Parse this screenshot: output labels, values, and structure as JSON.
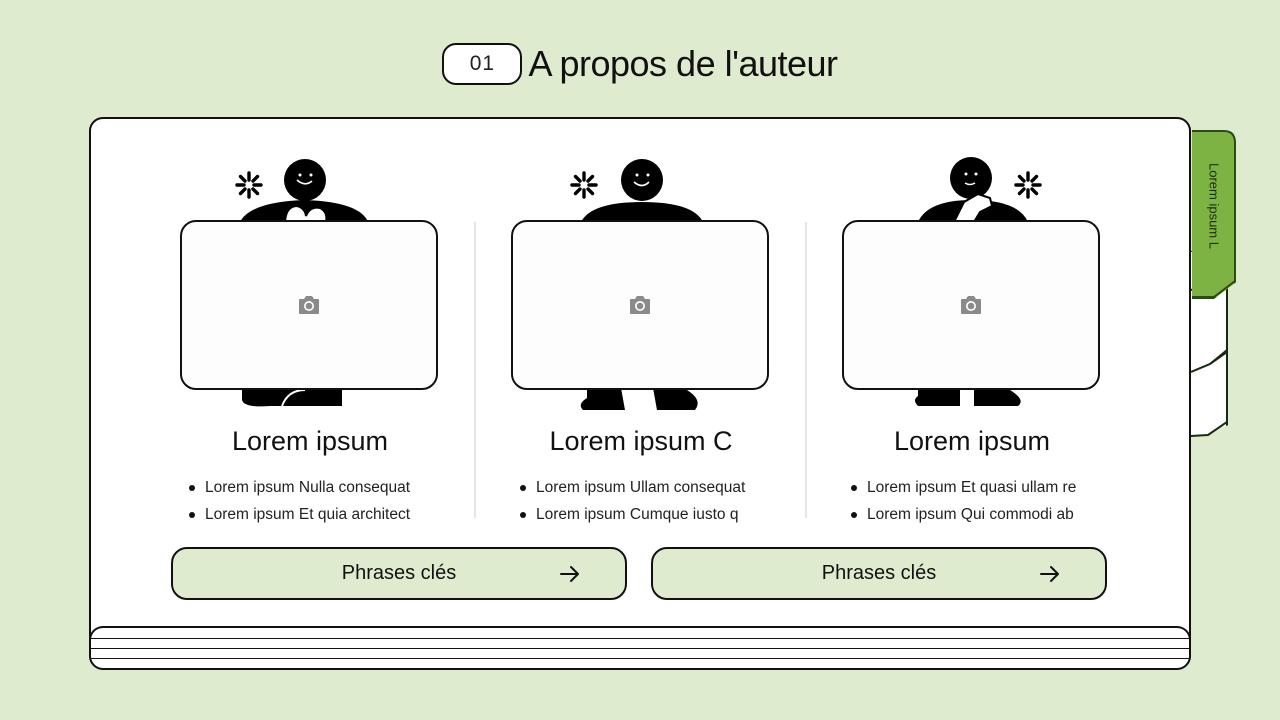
{
  "header": {
    "number": "01",
    "title": "A propos de l'auteur"
  },
  "side_tab": {
    "label": "Lorem ipsum L",
    "color": "#7cb342"
  },
  "columns": [
    {
      "name": "Lorem ipsum",
      "bullets": [
        "Lorem ipsum Nulla consequat",
        "Lorem ipsum Et quia architect"
      ]
    },
    {
      "name": "Lorem ipsum C",
      "bullets": [
        "Lorem ipsum Ullam consequat",
        "Lorem ipsum Cumque iusto q"
      ]
    },
    {
      "name": "Lorem ipsum",
      "bullets": [
        "Lorem ipsum Et quasi ullam re",
        "Lorem ipsum Qui commodi ab"
      ]
    }
  ],
  "buttons": [
    {
      "label": "Phrases clés",
      "icon": "arrow-right-icon"
    },
    {
      "label": "Phrases clés",
      "icon": "arrow-right-icon"
    }
  ],
  "colors": {
    "background": "#dfebcf",
    "button_fill": "#deebcf",
    "accent": "#7cb342"
  }
}
